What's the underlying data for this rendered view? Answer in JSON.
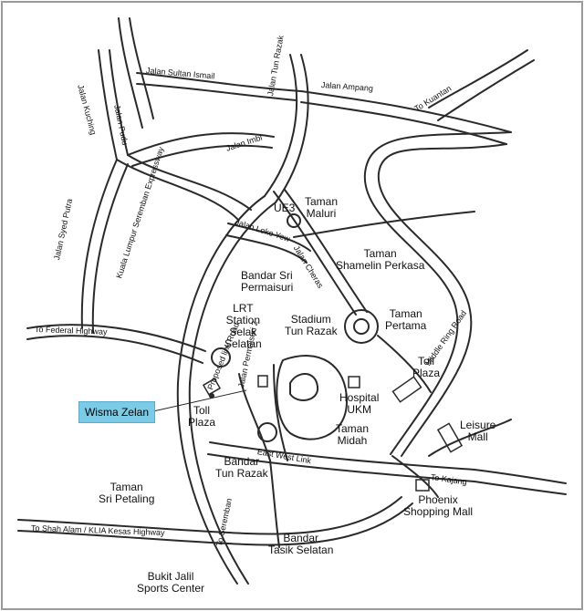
{
  "highlight": {
    "label": "Wisma Zelan",
    "color": "#7ccbe6"
  },
  "roads": {
    "jalan_kuching": "Jalan Kuching",
    "jalan_pudu": "Jalan Pudu",
    "jalan_sultan_ismail": "Jalan Sultan Ismail",
    "jalan_tun_razak": "Jalan Tun Razak",
    "jalan_ampang": "Jalan Ampang",
    "to_kuantan": "To Kuantan",
    "jalan_imbi": "Jalan Imbi",
    "kl_seremban_expressway": "Kuala Lumpur Seremban Expressway",
    "jalan_loke_yew": "Jalan Loke Yew",
    "jalan_cheras": "Jalan Cheras",
    "jalan_syed_putra": "Jalan Syed Putra",
    "to_federal_highway": "To Federal Highway",
    "proposed_link_road": "Proposed link Road",
    "jalan_permaisuri_2": "Jalan Permaisuri 2",
    "middle_ring_road": "Middle Ring Road",
    "east_west_link": "East West Link",
    "to_kajang": "To Kajang",
    "to_shah_alam": "To Shah Alam / KLIA Kesas Highway",
    "to_seremban": "To Seremban"
  },
  "places": {
    "taman_maluri": "Taman\nMaluri",
    "ue3": "UE3",
    "taman_shamelin": "Taman\nShamelin Perkasa",
    "bandar_sri_permaisuri": "Bandar Sri\nPermaisuri",
    "lrt_station": "LRT\nStation\nSelak\nSelatan",
    "stadium": "Stadium\nTun Razak",
    "taman_pertama": "Taman\nPertama",
    "toll_plaza_right": "Toll\nPlaza",
    "hospital": "Hospital\nUKM",
    "toll_plaza_left": "Toll\nPlaza",
    "taman_midah": "Taman\nMidah",
    "leisure_mall": "Leisure\nMall",
    "bandar_tun_razak": "Bandar\nTun Razak",
    "taman_sri_petaling": "Taman\nSri Petaling",
    "phoenix": "Phoenix\nShopping Mall",
    "bandar_tasik_selatan": "Bandar\nTasik Selatan",
    "bukit_jalil": "Bukit Jalil\nSports Center"
  }
}
